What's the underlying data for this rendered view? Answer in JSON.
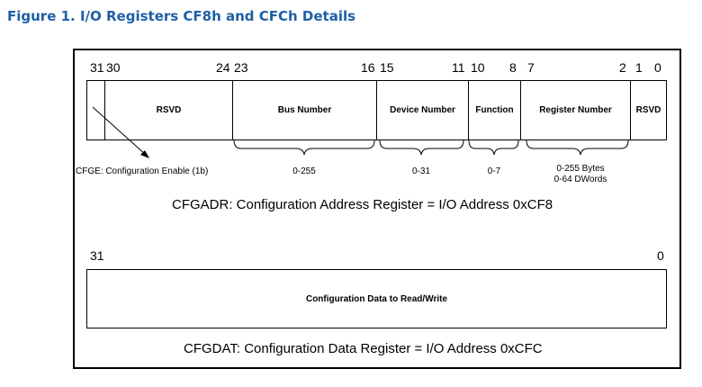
{
  "figure_title": "Figure 1.  I/O Registers CF8h and CFCh Details",
  "cfgadr": {
    "bit_labels": [
      "31",
      "30",
      "24",
      "23",
      "16",
      "15",
      "11",
      "10",
      "8",
      "7",
      "2",
      "1",
      "0"
    ],
    "fields": {
      "rsvd_high": "RSVD",
      "bus": "Bus Number",
      "device": "Device Number",
      "function": "Function",
      "register": "Register Number",
      "rsvd_low": "RSVD"
    },
    "ranges": {
      "bus": "0-255",
      "device": "0-31",
      "function": "0-7",
      "register_line1": "0-255 Bytes",
      "register_line2": "0-64 DWords"
    },
    "cfge_note": "CFGE:  Configuration Enable (1b)",
    "caption": "CFGADR:  Configuration Address Register = I/O Address 0xCF8"
  },
  "cfgdat": {
    "bit_labels": [
      "31",
      "0"
    ],
    "field": "Configuration Data to Read/Write",
    "caption": "CFGDAT:  Configuration Data Register = I/O Address 0xCFC"
  },
  "colors": {
    "title": "#1f5fa6",
    "lines": "#000000"
  }
}
